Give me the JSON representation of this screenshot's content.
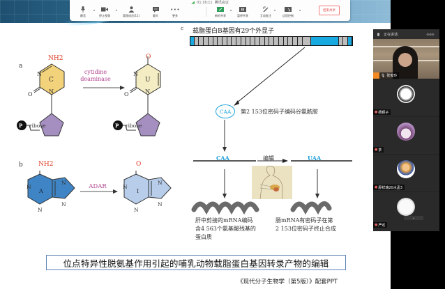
{
  "meeting": {
    "status_time": "01:16:11",
    "status_label": "腾讯会议",
    "toolbar": [
      {
        "id": "mute",
        "label": "静音",
        "icon": "microphone-icon",
        "has_caret": true
      },
      {
        "id": "video",
        "label": "停止视频",
        "icon": "camera-icon",
        "has_caret": true
      },
      {
        "id": "members",
        "label": "管理成员(11)",
        "icon": "person-icon",
        "has_caret": false
      },
      {
        "id": "chat",
        "label": "聊天",
        "icon": "chat-icon",
        "has_caret": false
      },
      {
        "id": "more",
        "label": "更多",
        "icon": "more-icon",
        "has_caret": false
      },
      {
        "id": "new-share",
        "label": "新的共享",
        "icon": "screen-share-icon",
        "has_caret": true
      },
      {
        "id": "pause-share",
        "label": "暂停共享",
        "icon": "pause-icon",
        "has_caret": false
      },
      {
        "id": "annotate",
        "label": "互动批注",
        "icon": "pen-icon",
        "has_caret": true
      },
      {
        "id": "remote-control",
        "label": "远程控制",
        "icon": "remote-control-icon",
        "has_caret": true
      }
    ],
    "end_share_label": "结束共享",
    "side_panel": {
      "header": "正在讲话:",
      "speaker_name": "张俊玲",
      "participants": [
        {
          "name": "杨颖子"
        },
        {
          "name": "茶"
        },
        {
          "name": "廖祥瑞20水孟3"
        },
        {
          "name": "严欢"
        }
      ],
      "expand_icon": "chevron-down-icon"
    }
  },
  "slide": {
    "panel_a": {
      "label": "a",
      "substrate_group": "NH2",
      "substrate_base": "C",
      "enzyme_line1": "cytidine",
      "enzyme_line2": "deaminase",
      "product_group": "O",
      "product_base": "U",
      "sugar": "ribose",
      "phosphate": "P",
      "atom_n": "N",
      "atom_o": "O"
    },
    "panel_b": {
      "label": "b",
      "substrate_group": "NH2",
      "substrate_base": "A",
      "enzyme": "ADAR",
      "product_group": "O",
      "product_base": "I",
      "atom_n": "N"
    },
    "panel_c": {
      "label": "c",
      "title": "载脂蛋白B基因有29个外显子",
      "exon_count": 29,
      "codon_circle": "CAA",
      "codon_note": "第2 153位密码子编码谷氨酰胺",
      "left_codon": "CAA",
      "edit_label": "编辑",
      "right_codon": "UAA",
      "liver_text": [
        "肝中剪接的mRNA编码",
        "含4 563个氨基酸残基的",
        "蛋白质"
      ],
      "intestine_text": [
        "肠mRNA有密码子在第",
        "2 153位密码子终止合成"
      ]
    },
    "caption": "位点特异性脱氨基作用引起的哺乳动物载脂蛋白基因转录产物的编辑",
    "book_reference": "《现代分子生物学（第5版）》配套PPT"
  },
  "colors": {
    "accent_cyan": "#18a9e1",
    "enzyme_magenta": "#b0448f",
    "group_red": "#e0402a",
    "cytidine_fill": "#f2d27a",
    "uridine_fill": "#f4edc4",
    "ribose_fill": "#a58fc0",
    "adenine_fill": "#3f84c4",
    "inosine_fill": "#b7cdea",
    "end_share_red": "#e05050"
  }
}
